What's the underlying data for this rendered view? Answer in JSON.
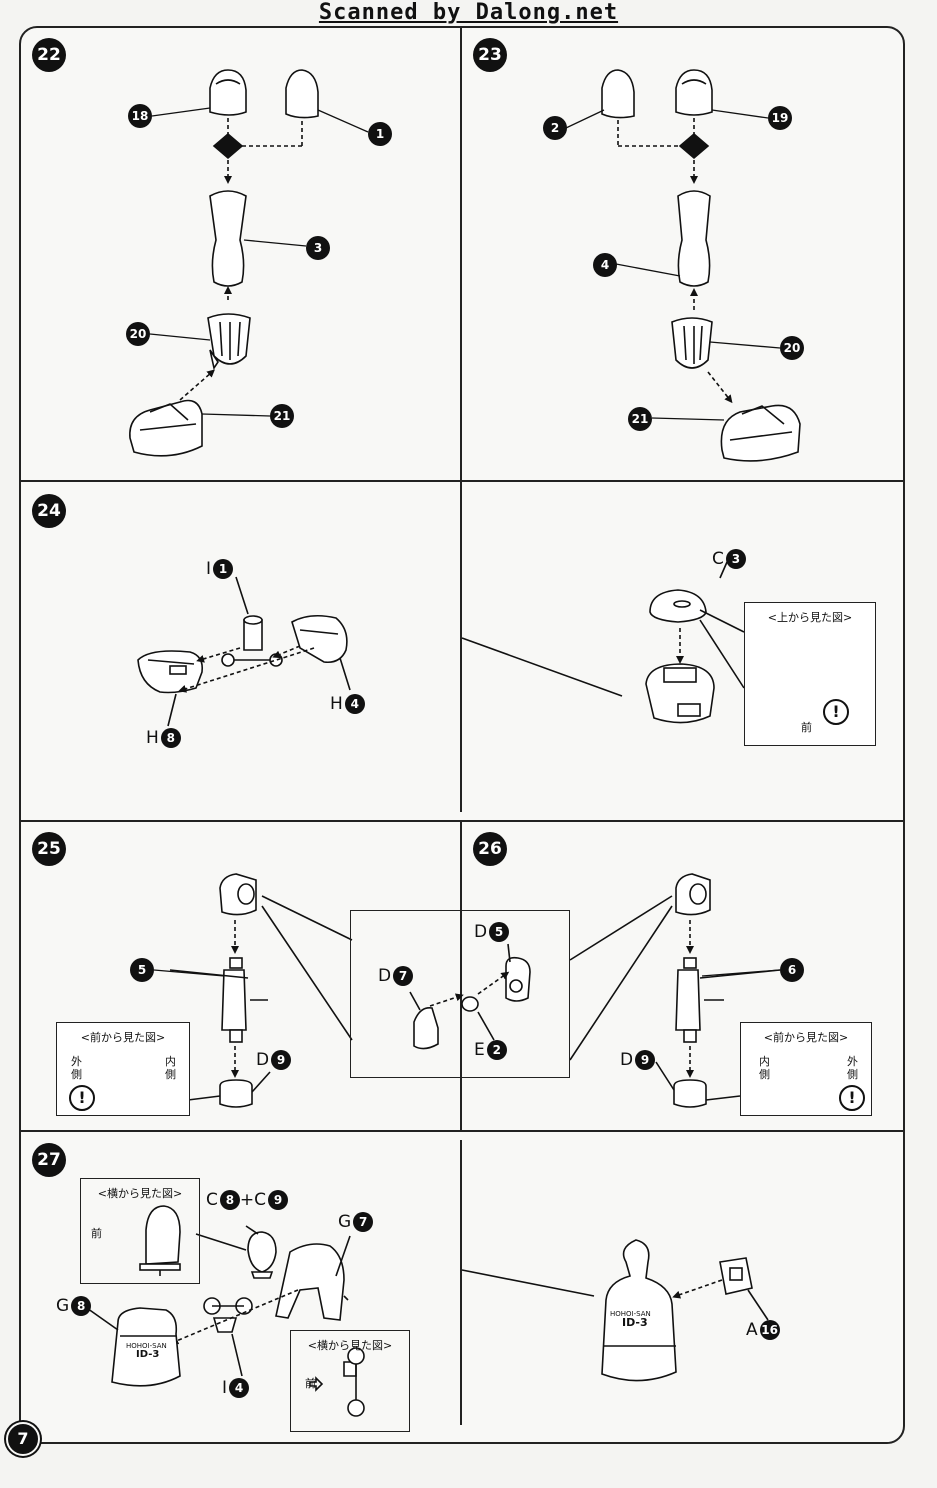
{
  "header": {
    "scan_credit": "Scanned by Dalong.net"
  },
  "page_number": "7",
  "steps": {
    "s22": {
      "num": "22",
      "parts": {
        "p18": "18",
        "p1": "1",
        "p3": "3",
        "p20": "20",
        "p21": "21"
      }
    },
    "s23": {
      "num": "23",
      "parts": {
        "p2": "2",
        "p19": "19",
        "p4": "4",
        "p20": "20",
        "p21": "21"
      }
    },
    "s24": {
      "num": "24",
      "labels": {
        "i1_letter": "I",
        "i1_num": "1",
        "h4_letter": "H",
        "h4_num": "4",
        "h8_letter": "H",
        "h8_num": "8",
        "c3_letter": "C",
        "c3_num": "3"
      },
      "view_box": {
        "title": "<上から見た図>",
        "front": "前",
        "warn": "!"
      }
    },
    "s25": {
      "num": "25",
      "part5": "5",
      "d9_letter": "D",
      "d9_num": "9",
      "view_box": {
        "title": "<前から見た図>",
        "outer": "外側",
        "inner": "内側",
        "warn": "!"
      }
    },
    "center_detail": {
      "d5_letter": "D",
      "d5_num": "5",
      "d7_letter": "D",
      "d7_num": "7",
      "e2_letter": "E",
      "e2_num": "2"
    },
    "s26": {
      "num": "26",
      "part6": "6",
      "d9_letter": "D",
      "d9_num": "9",
      "view_box": {
        "title": "<前から見た図>",
        "inner": "内側",
        "outer": "外側",
        "warn": "!"
      }
    },
    "s27": {
      "num": "27",
      "c8_letter": "C",
      "c8_num": "8",
      "plus": "+",
      "c9_letter": "C",
      "c9_num": "9",
      "g7_letter": "G",
      "g7_num": "7",
      "g8_letter": "G",
      "g8_num": "8",
      "i4_letter": "I",
      "i4_num": "4",
      "a16_letter": "A",
      "a16_num": "16",
      "side_view_1": {
        "title": "<横から見た図>",
        "front": "前"
      },
      "side_view_2": {
        "title": "<横から見た図>",
        "front": "前"
      },
      "base_text_1": "HOHOI-SAN",
      "base_text_2": "ID-3"
    }
  }
}
